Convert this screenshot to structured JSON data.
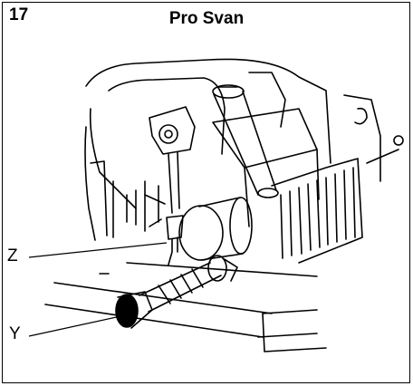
{
  "figure": {
    "number": "17",
    "title": "Pro Svan",
    "callouts": {
      "z": "Z",
      "y": "Y"
    }
  },
  "colors": {
    "ink": "#000000",
    "paper": "#ffffff"
  }
}
